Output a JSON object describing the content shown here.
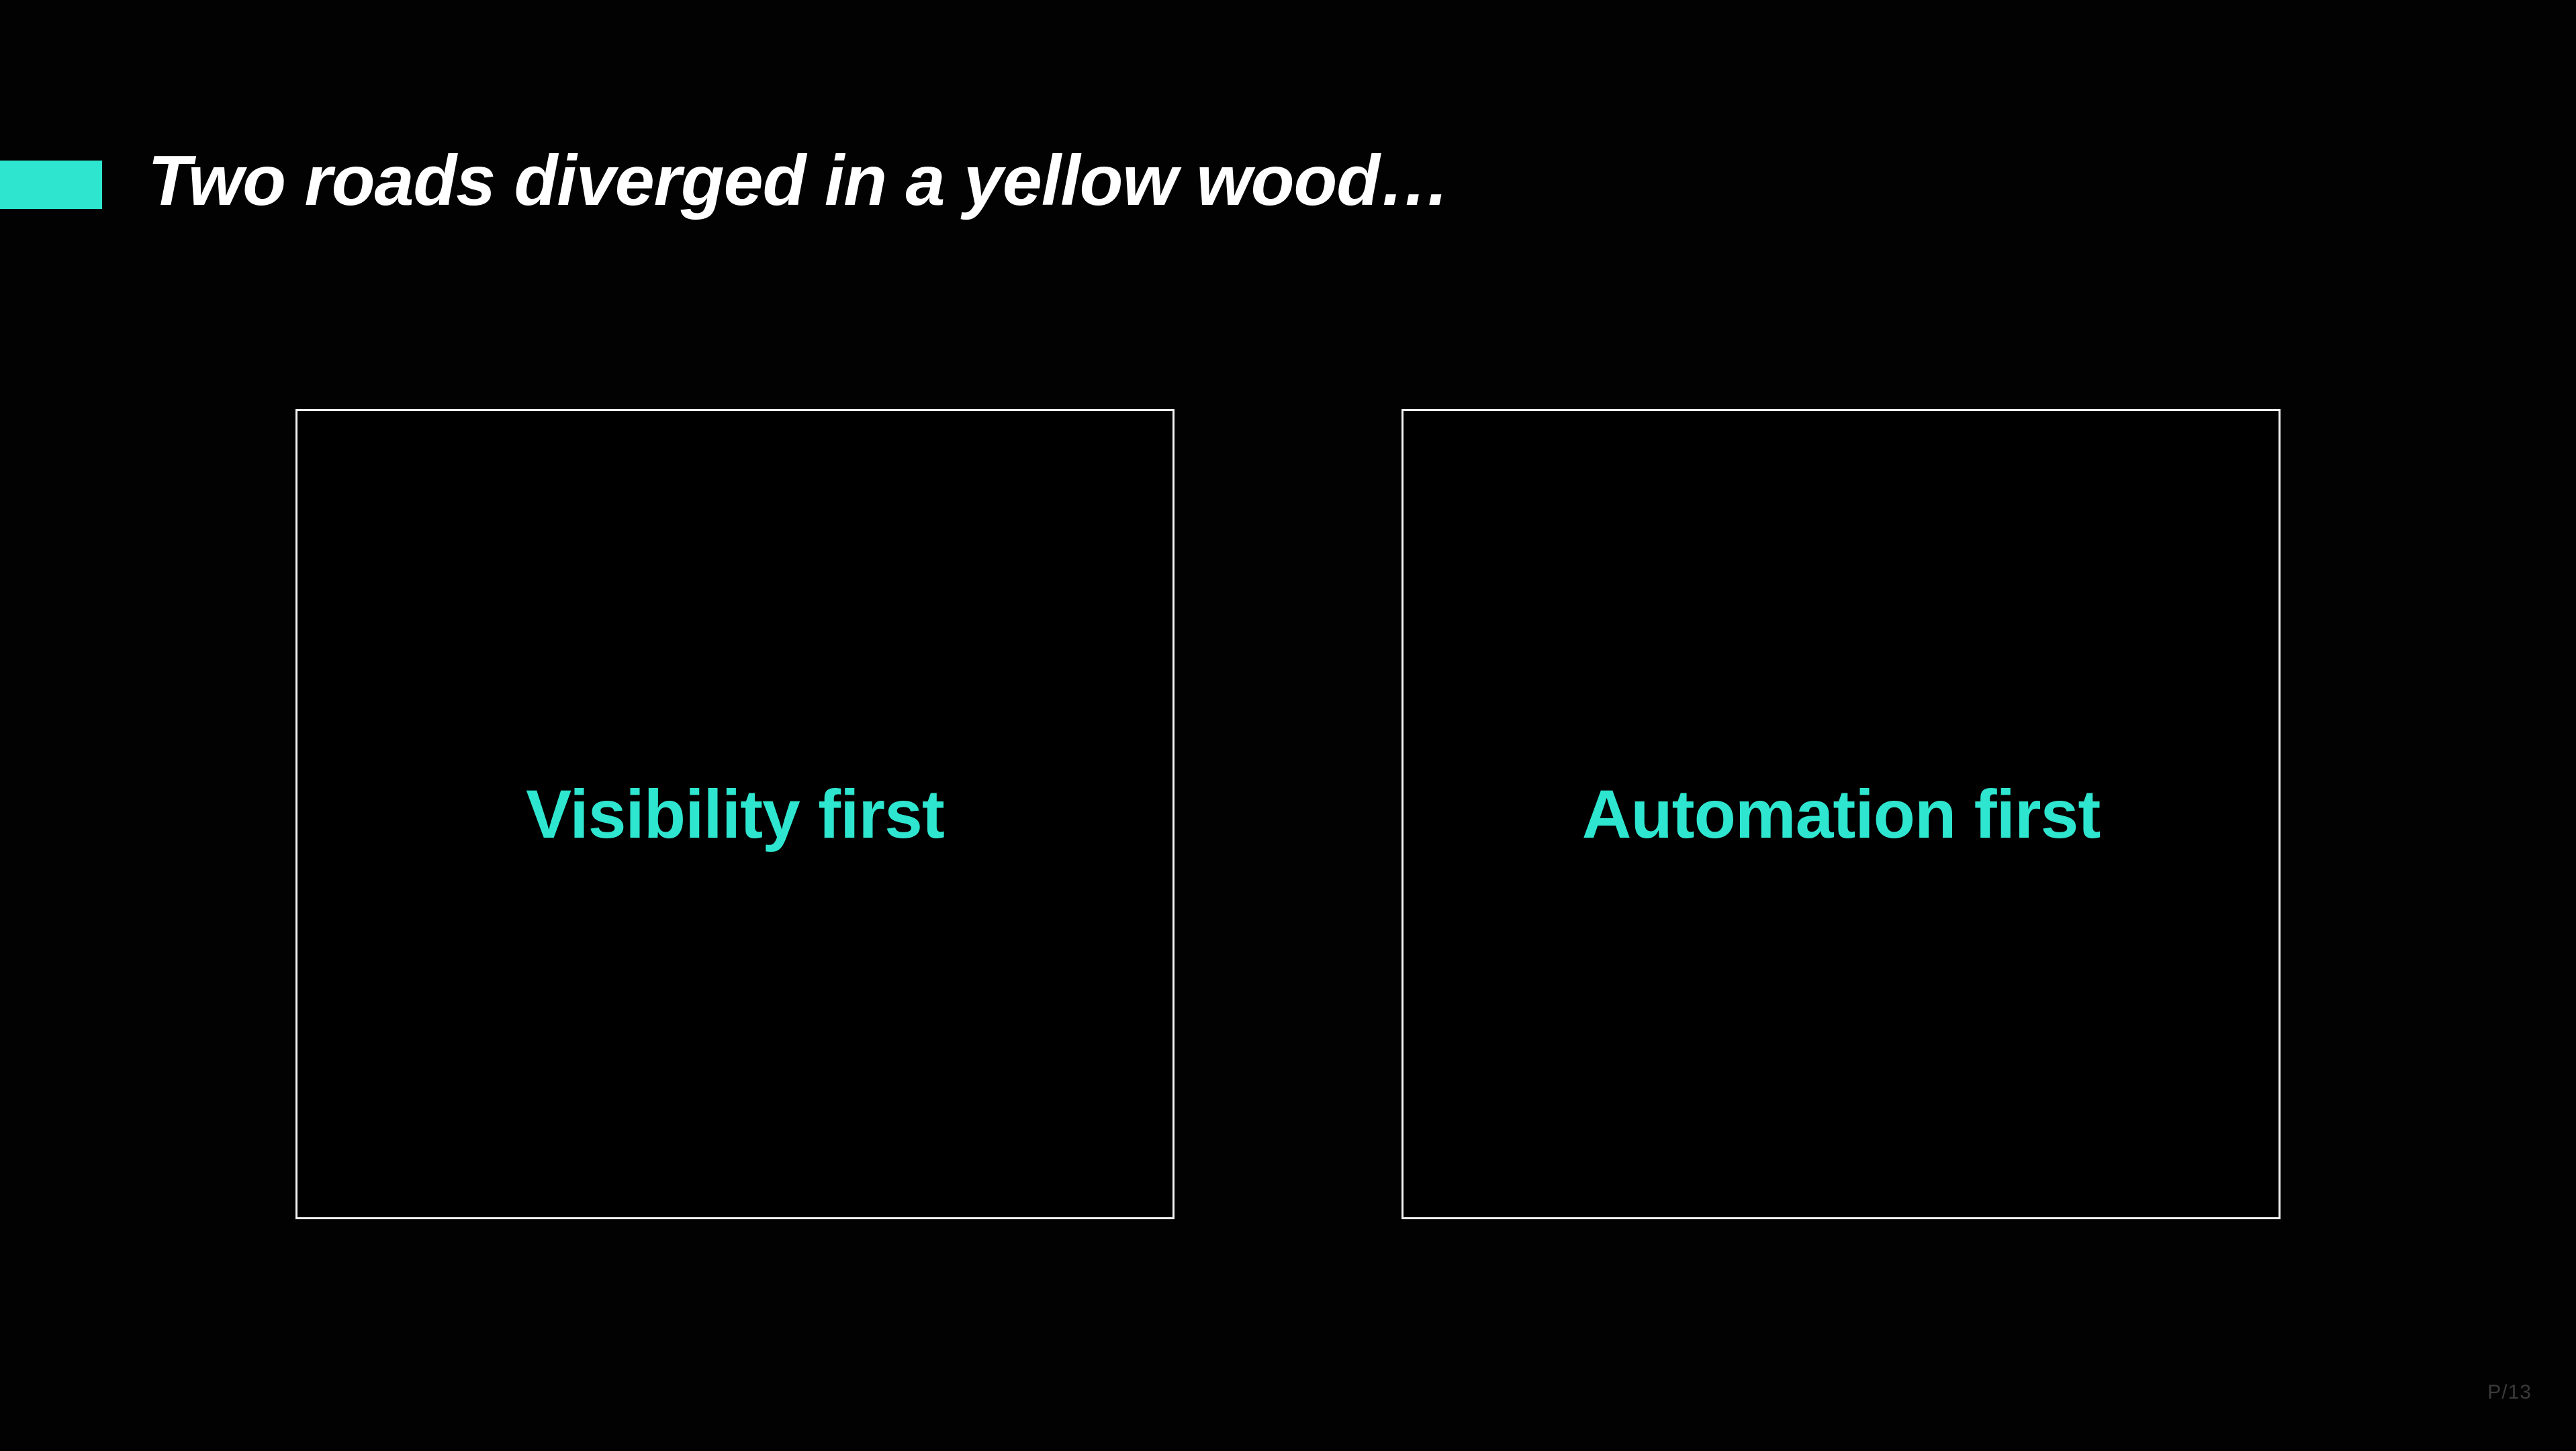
{
  "slide": {
    "title": "Two roads diverged in a yellow wood…",
    "boxes": [
      {
        "label": "Visibility first"
      },
      {
        "label": "Automation first"
      }
    ],
    "page_number": "P/13",
    "colors": {
      "background": "#000000",
      "accent": "#2ee6cf",
      "title_text": "#ffffff",
      "box_border": "#f2f2f2",
      "box_label_text": "#2ee6cf",
      "page_number_text": "#3a3a3a"
    }
  }
}
